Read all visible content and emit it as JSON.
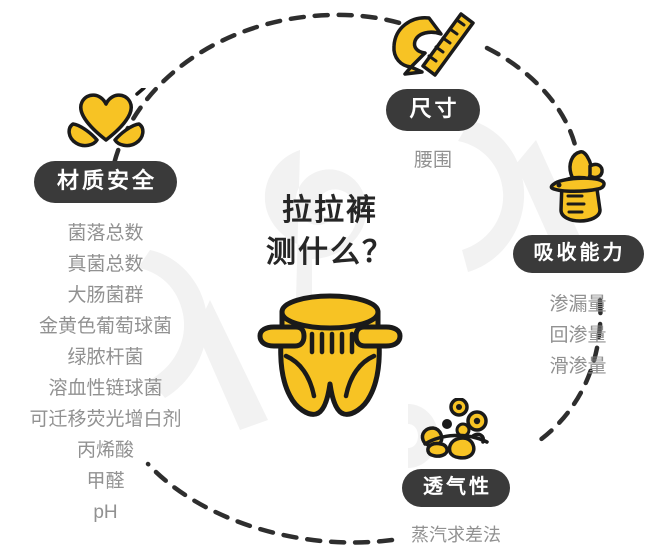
{
  "center": {
    "title_line1": "拉拉裤",
    "title_line2": "测什么？",
    "illustration_name": "diaper-illustration"
  },
  "colors": {
    "accent_yellow": "#F7C324",
    "outline_dark": "#1a1a1a",
    "badge_dark": "#3a3a3a",
    "item_gray": "#919191",
    "ring_dash": "#2e2e2e",
    "watermark_gray": "#f1f1f1"
  },
  "nodes": [
    {
      "id": "material-safety",
      "badge": "材质安全",
      "icon": "hands-holding-heart-icon",
      "items": [
        "菌落总数",
        "真菌总数",
        "大肠菌群",
        "金黄色葡萄球菌",
        "绿脓杆菌",
        "溶血性链球菌",
        "可迁移荧光增白剂",
        "丙烯酸",
        "甲醛",
        "pH"
      ]
    },
    {
      "id": "size",
      "badge": "尺寸",
      "icon": "measuring-tape-icon",
      "items": [
        "腰围"
      ]
    },
    {
      "id": "absorption",
      "badge": "吸收能力",
      "icon": "pouring-liquid-icon",
      "items": [
        "渗漏量",
        "回渗量",
        "滑渗量"
      ]
    },
    {
      "id": "breathability",
      "badge": "透气性",
      "icon": "rising-bubbles-icon",
      "items": [
        "蒸汽求差法"
      ]
    }
  ]
}
